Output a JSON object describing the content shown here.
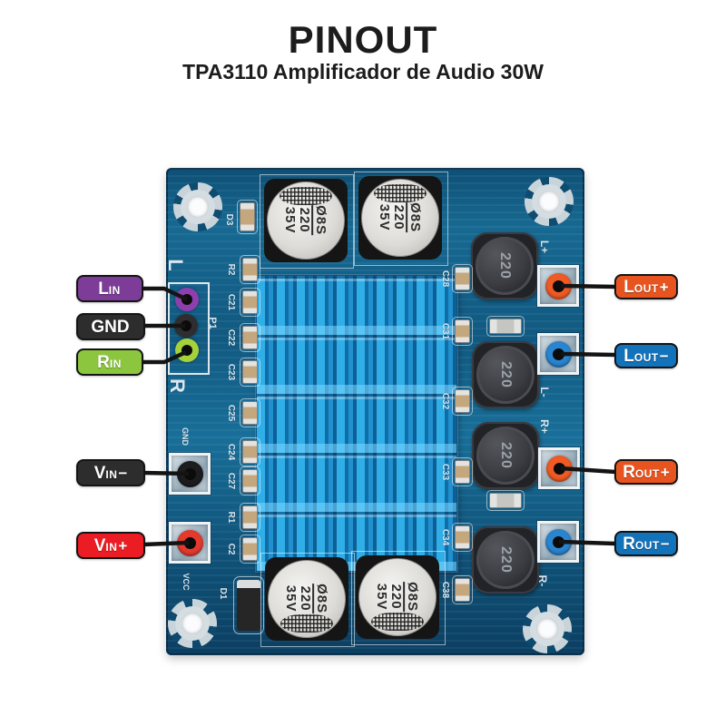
{
  "header": {
    "title": "PINOUT",
    "subtitle": "TPA3110 Amplificador de Audio 30W"
  },
  "colors": {
    "label_purple": "#7C3C97",
    "label_dark": "#2D2D2D",
    "label_green": "#8CC63E",
    "label_red": "#EC1C24",
    "label_orange": "#E8541F",
    "label_blue": "#1272BA",
    "pcb_blue": "#11587E",
    "heatsink_blue": "#1E9FDC"
  },
  "pins": {
    "lin": {
      "main": "L",
      "sub": "IN",
      "sign": ""
    },
    "gnd": {
      "main": "GND",
      "sub": "",
      "sign": ""
    },
    "rin": {
      "main": "R",
      "sub": "IN",
      "sign": ""
    },
    "vin_minus": {
      "main": "V",
      "sub": "IN",
      "sign": "−"
    },
    "vin_plus": {
      "main": "V",
      "sub": "IN",
      "sign": "+"
    },
    "lout_plus": {
      "main": "L",
      "sub": "OUT",
      "sign": "+"
    },
    "lout_minus": {
      "main": "L",
      "sub": "OUT",
      "sign": "−"
    },
    "rout_plus": {
      "main": "R",
      "sub": "OUT",
      "sign": "+"
    },
    "rout_minus": {
      "main": "R",
      "sub": "OUT",
      "sign": "−"
    }
  },
  "board": {
    "cap_lines": [
      "Ø8S",
      "220",
      "35V"
    ],
    "inductor_label": "220",
    "left_components": [
      "D3",
      "R2",
      "C21",
      "C22",
      "C23",
      "C25",
      "C24",
      "C27",
      "R1",
      "C2"
    ],
    "right_components": [
      "C28",
      "C31",
      "C32",
      "C33",
      "C34",
      "C38"
    ],
    "marks": {
      "l": "L",
      "r": "R",
      "p1": "P1",
      "gnd": "GND",
      "vcc": "VCC",
      "d1": "D1",
      "lp": "L+",
      "lm": "L-",
      "rp": "R+",
      "rm": "R-"
    }
  }
}
